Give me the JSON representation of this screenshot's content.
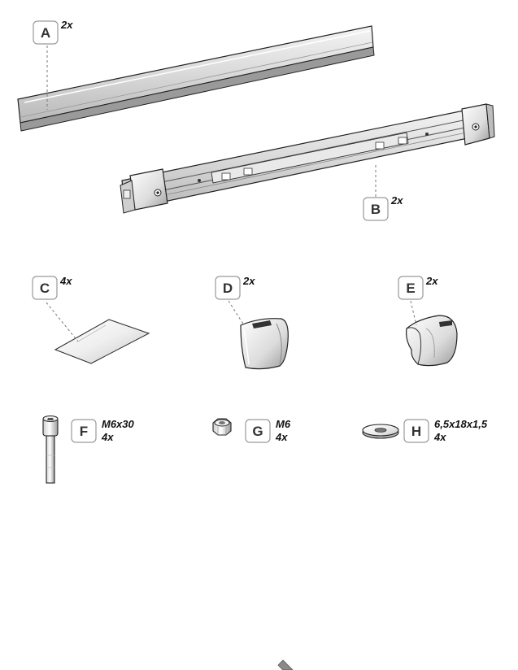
{
  "colors": {
    "box_stroke": "#9a9a9a",
    "letter": "#333333",
    "quantity": "#111111",
    "metal_light": "#f2f2f2",
    "metal_mid": "#cfcfcf",
    "metal_dark": "#8c8c8c"
  },
  "parts": {
    "A": {
      "letter": "A",
      "qty": "2x"
    },
    "B": {
      "letter": "B",
      "qty": "2x"
    },
    "C": {
      "letter": "C",
      "qty": "4x"
    },
    "D": {
      "letter": "D",
      "qty": "2x"
    },
    "E": {
      "letter": "E",
      "qty": "2x"
    },
    "F": {
      "letter": "F",
      "spec": "M6x30",
      "qty": "4x"
    },
    "G": {
      "letter": "G",
      "spec": "M6",
      "qty": "4x"
    },
    "H": {
      "letter": "H",
      "spec": "6,5x18x1,5",
      "qty": "4x"
    }
  }
}
